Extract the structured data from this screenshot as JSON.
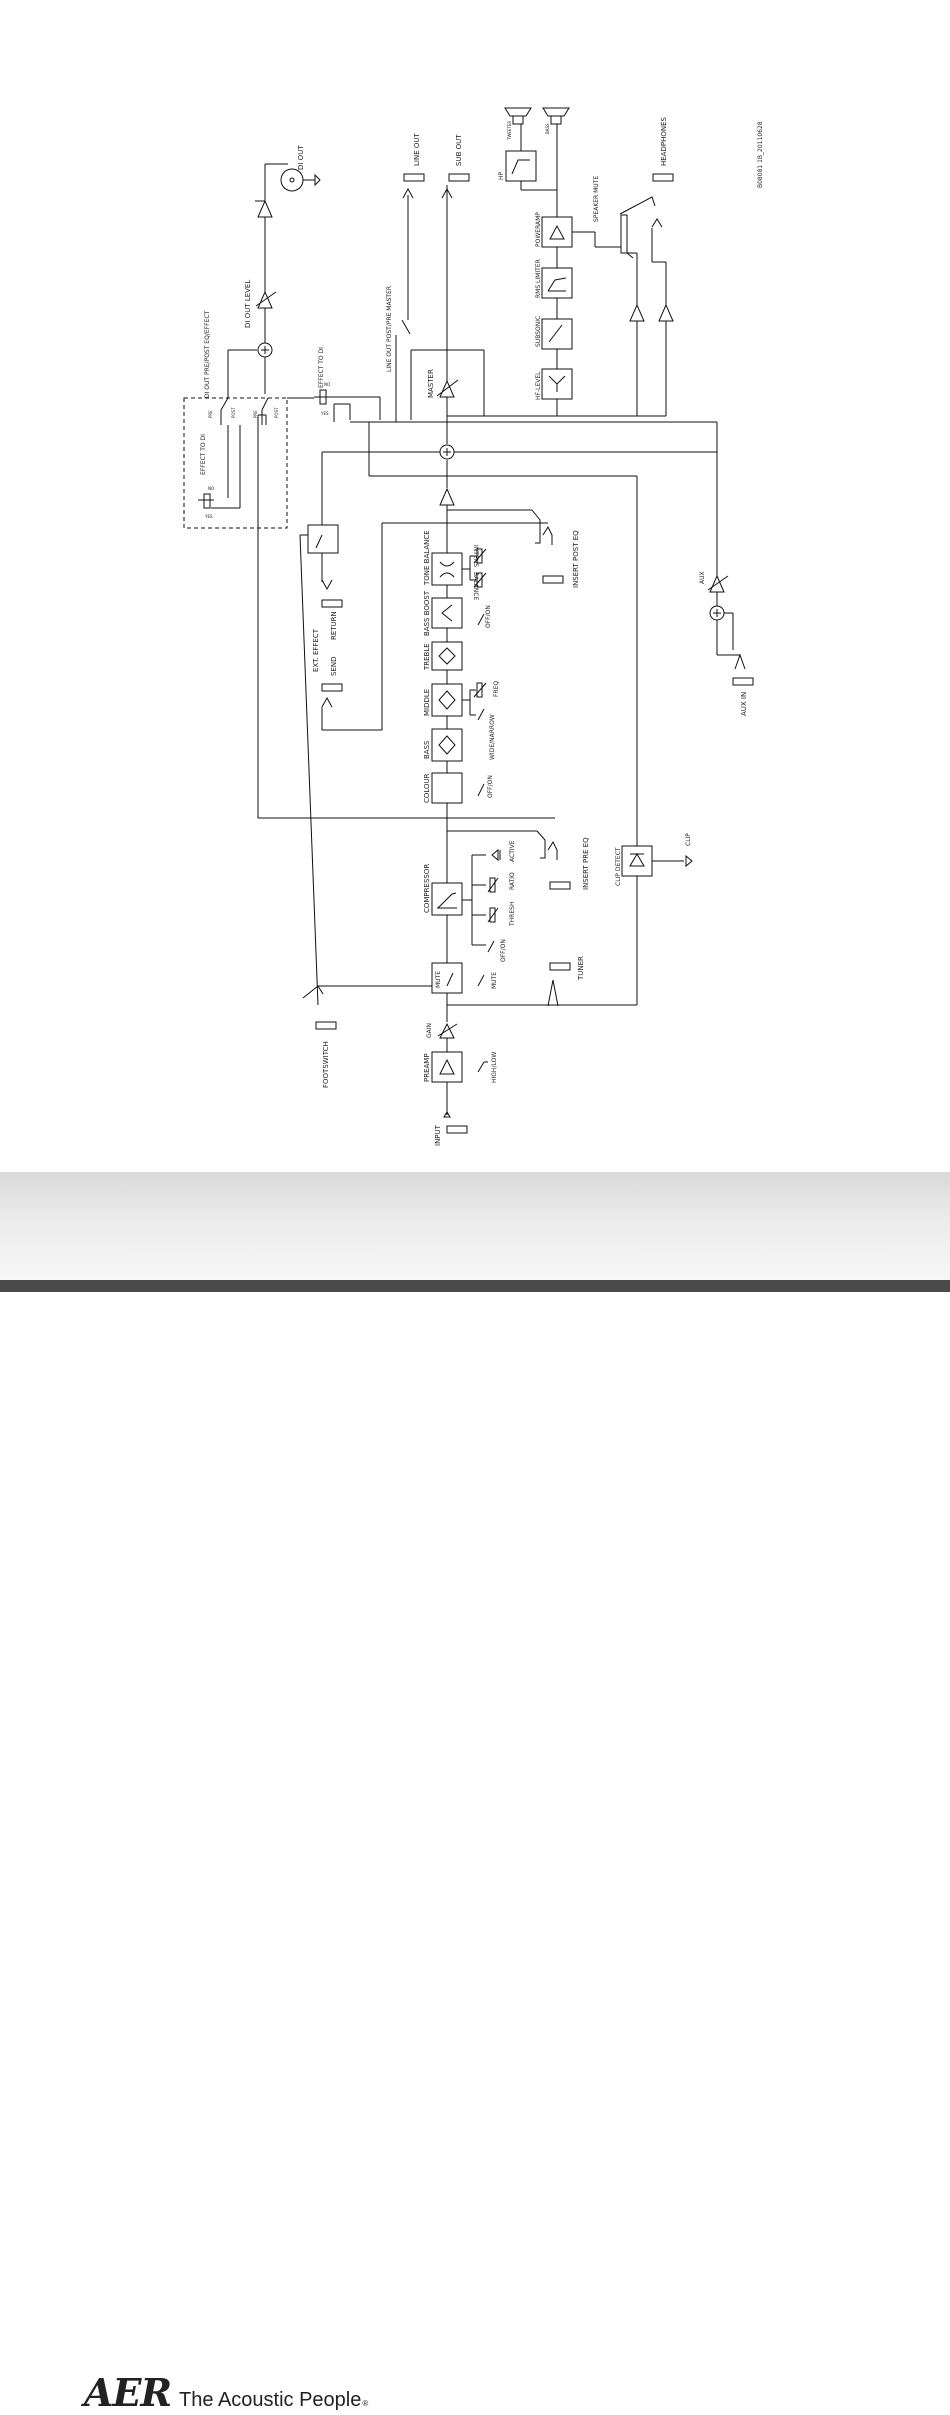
{
  "doc_code": "B08081 1B_20110628",
  "labels": {
    "input": "INPUT",
    "preamp": "PREAMP",
    "high_low": "HIGH/LOW",
    "gain": "GAIN",
    "mute_block": "MUTE",
    "mute_switch": "MUTE",
    "footswitch": "FOOTSWITCH",
    "tuner": "TUNER",
    "compressor": "COMPRESSOR",
    "comp_offon": "OFF/ON",
    "thresh": "THRESH",
    "ratio": "RATIO",
    "active": "ACTIVE",
    "insert_pre_eq": "INSERT PRE EQ",
    "clip_detect": "CLIP DETECT",
    "clip": "CLIP",
    "colour": "COLOUR",
    "colour_offon": "OFF/ON",
    "bass": "BASS",
    "middle": "MIDDLE",
    "widenarrow": "WIDE/NARROW",
    "freq": "FREQ",
    "treble": "TREBLE",
    "bass_boost": "BASS BOOST",
    "bassboost_offon": "OFF/ON",
    "tone_balance": "TONE BALANCE",
    "balance": "BALANCE",
    "intens": "INTENS",
    "insert_post_eq": "INSERT POST EQ",
    "ext_effect": "EXT. EFFECT",
    "send": "SEND",
    "return": "RETURN",
    "effect_to_di_1": "EFFECT TO DI",
    "effect_to_di_2": "EFFECT TO DI",
    "no": "NO",
    "yes": "YES",
    "no2": "NO",
    "yes2": "YES",
    "pre": "PRE",
    "post": "POST",
    "pre2": "PRE",
    "post2": "POST",
    "di_out_prepost": "DI OUT PRE/POST EQ/EFFECT",
    "di_level": "DI OUT LEVEL",
    "di_out": "DI OUT",
    "master": "MASTER",
    "line_out_postpre": "LINE OUT POST/PRE MASTER",
    "line_out": "LINE OUT",
    "sub_out": "SUB OUT",
    "hf_level": "HF-LEVEL",
    "subsonic": "SUBSONIC",
    "rms_limiter": "RMS LIMITER",
    "poweramp": "POWERAMP",
    "hp": "HP",
    "tweeter": "TWEETER",
    "bass_spk": "BASS",
    "speaker_mute": "SPEAKER MUTE",
    "headphones": "HEADPHONES",
    "aux": "AUX",
    "aux_in": "AUX IN"
  },
  "footer": {
    "brand": "AER",
    "tagline": "The Acoustic People",
    "registered": "®"
  }
}
